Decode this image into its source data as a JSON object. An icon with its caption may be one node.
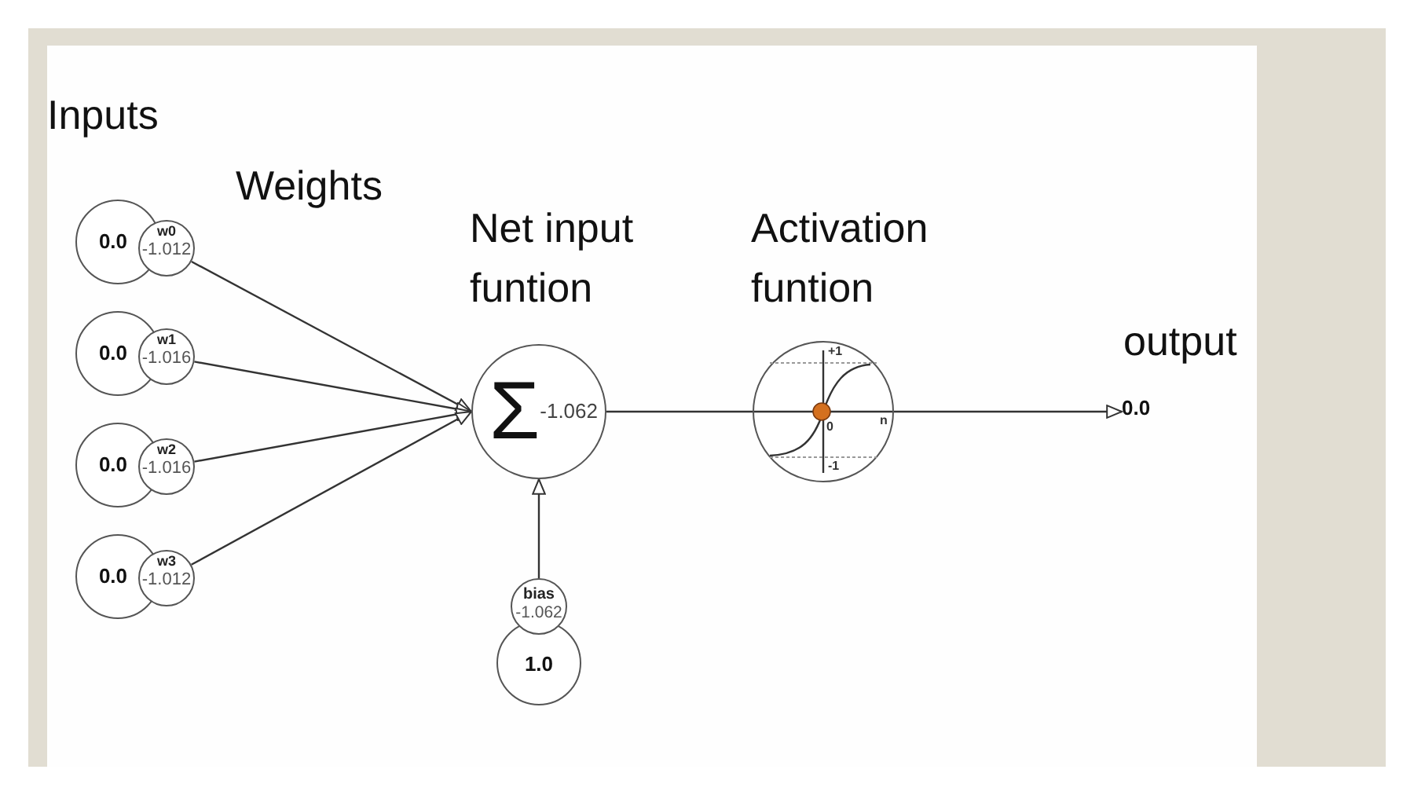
{
  "diagram": {
    "nodes": [
      {
        "text": [
          "0.0"
        ]
      },
      {
        "text": [
          "w0",
          "-1.012"
        ]
      },
      {
        "text": [
          "0.0"
        ]
      },
      {
        "text": [
          "w1",
          "-1.016"
        ]
      },
      {
        "text": [
          "0.0"
        ]
      },
      {
        "text": [
          "w2",
          "-1.016"
        ]
      },
      {
        "text": [
          "0.0"
        ]
      },
      {
        "text": [
          "w3",
          "-1.012"
        ]
      },
      {
        "text": [
          "Σ",
          "-1.062"
        ],
        "beside": [
          "Net input funtion"
        ]
      },
      {
        "text": [
          "bias",
          "-1.062"
        ]
      },
      {
        "text": [
          "1.0"
        ]
      },
      {
        "text": [
          "+1",
          "0",
          "n",
          "-1"
        ],
        "beside": [
          "Activation funtion"
        ]
      },
      {
        "text": [
          "0.0"
        ],
        "beside": [
          "output"
        ]
      }
    ],
    "edges": [
      {
        "from": 1,
        "to": 8,
        "arrow": "to"
      },
      {
        "from": 3,
        "to": 8,
        "arrow": "to"
      },
      {
        "from": 5,
        "to": 8,
        "arrow": "to"
      },
      {
        "from": 7,
        "to": 8,
        "arrow": "to"
      },
      {
        "from": 9,
        "to": 8,
        "arrow": "to"
      },
      {
        "from": 8,
        "to": 11,
        "arrow": "none"
      },
      {
        "from": 11,
        "to": 12,
        "arrow": "to"
      }
    ],
    "labels": [
      "Inputs",
      "Weights"
    ]
  }
}
